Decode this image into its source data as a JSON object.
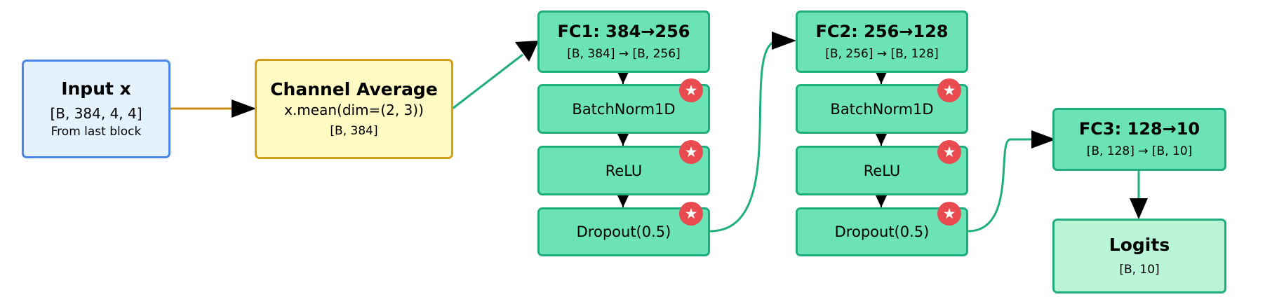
{
  "colors": {
    "input_fill": "#e3f2fd",
    "input_border": "#4a86e8",
    "avg_fill": "#fff9c4",
    "avg_border": "#d4a017",
    "fc_fill": "#6be3b5",
    "fc_border": "#1fae7c",
    "logits_fill": "#b9f5d6",
    "marker": "#e84a4f"
  },
  "input": {
    "title": "Input x",
    "shape": "[B, 384, 4, 4]",
    "note": "From last block"
  },
  "channel_average": {
    "title": "Channel Average",
    "op": "x.mean(dim=(2, 3))",
    "shape": "[B, 384]"
  },
  "fc1": {
    "title": "FC1: 384→256",
    "shape": "[B, 384] → [B, 256]"
  },
  "fc2": {
    "title": "FC2: 256→128",
    "shape": "[B, 256] → [B, 128]"
  },
  "fc3": {
    "title": "FC3: 128→10",
    "shape": "[B, 128] → [B, 10]"
  },
  "block1": {
    "batchnorm": "BatchNorm1D",
    "relu": "ReLU",
    "dropout": "Dropout(0.5)"
  },
  "block2": {
    "batchnorm": "BatchNorm1D",
    "relu": "ReLU",
    "dropout": "Dropout(0.5)"
  },
  "logits": {
    "title": "Logits",
    "shape": "[B, 10]"
  },
  "marker_icon": "star-icon",
  "marker_glyph": "★"
}
